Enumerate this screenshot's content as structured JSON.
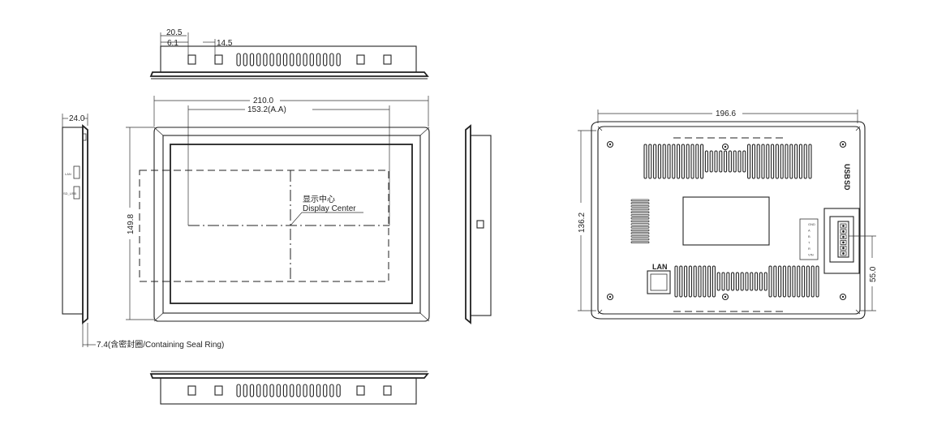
{
  "dimensions": {
    "top_a": "20.5",
    "top_b": "6.1",
    "top_c": "14.5",
    "width_overall": "210.0",
    "width_aa": "153.2(A.A)",
    "height_front": "149.8",
    "depth": "24.0",
    "bezel": "7.4(含密封圈/Containing Seal Ring)",
    "rear_width": "196.6",
    "rear_height": "136.2",
    "rear_port_offset": "55.0"
  },
  "labels": {
    "display_center_cn": "显示中心",
    "display_center_en": "Display Center",
    "lan": "LAN",
    "usb": "USB",
    "sd": "SD",
    "side_port_1": "LAN",
    "side_port_2": "SD_USB",
    "terminal": [
      "GND",
      "A",
      "B",
      "T",
      "R",
      "VIN"
    ]
  }
}
